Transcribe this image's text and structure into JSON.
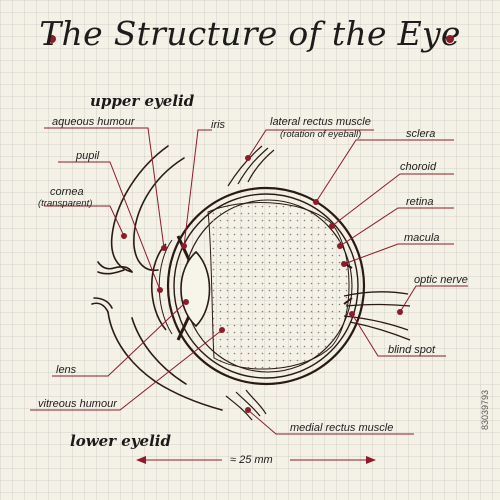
{
  "title": "The Structure of the Eye",
  "lid_labels": {
    "upper": "upper eyelid",
    "lower": "lower eyelid"
  },
  "labels": {
    "aqueous": "aqueous humour",
    "iris": "iris",
    "lateral_rectus": "lateral rectus muscle",
    "lateral_rectus_sub": "(rotation of eyeball)",
    "sclera": "sclera",
    "pupil": "pupil",
    "choroid": "choroid",
    "cornea": "cornea",
    "cornea_sub": "(transparent)",
    "retina": "retina",
    "macula": "macula",
    "optic_nerve": "optic nerve",
    "lens": "lens",
    "blind_spot": "blind spot",
    "vitreous": "vitreous humour",
    "medial_rectus": "medial rectus muscle"
  },
  "scale_text": "≈ 25 mm",
  "watermark": "83039793",
  "colors": {
    "background": "#f4f1e6",
    "ink": "#2a1a14",
    "accent": "#8e1b2b"
  }
}
